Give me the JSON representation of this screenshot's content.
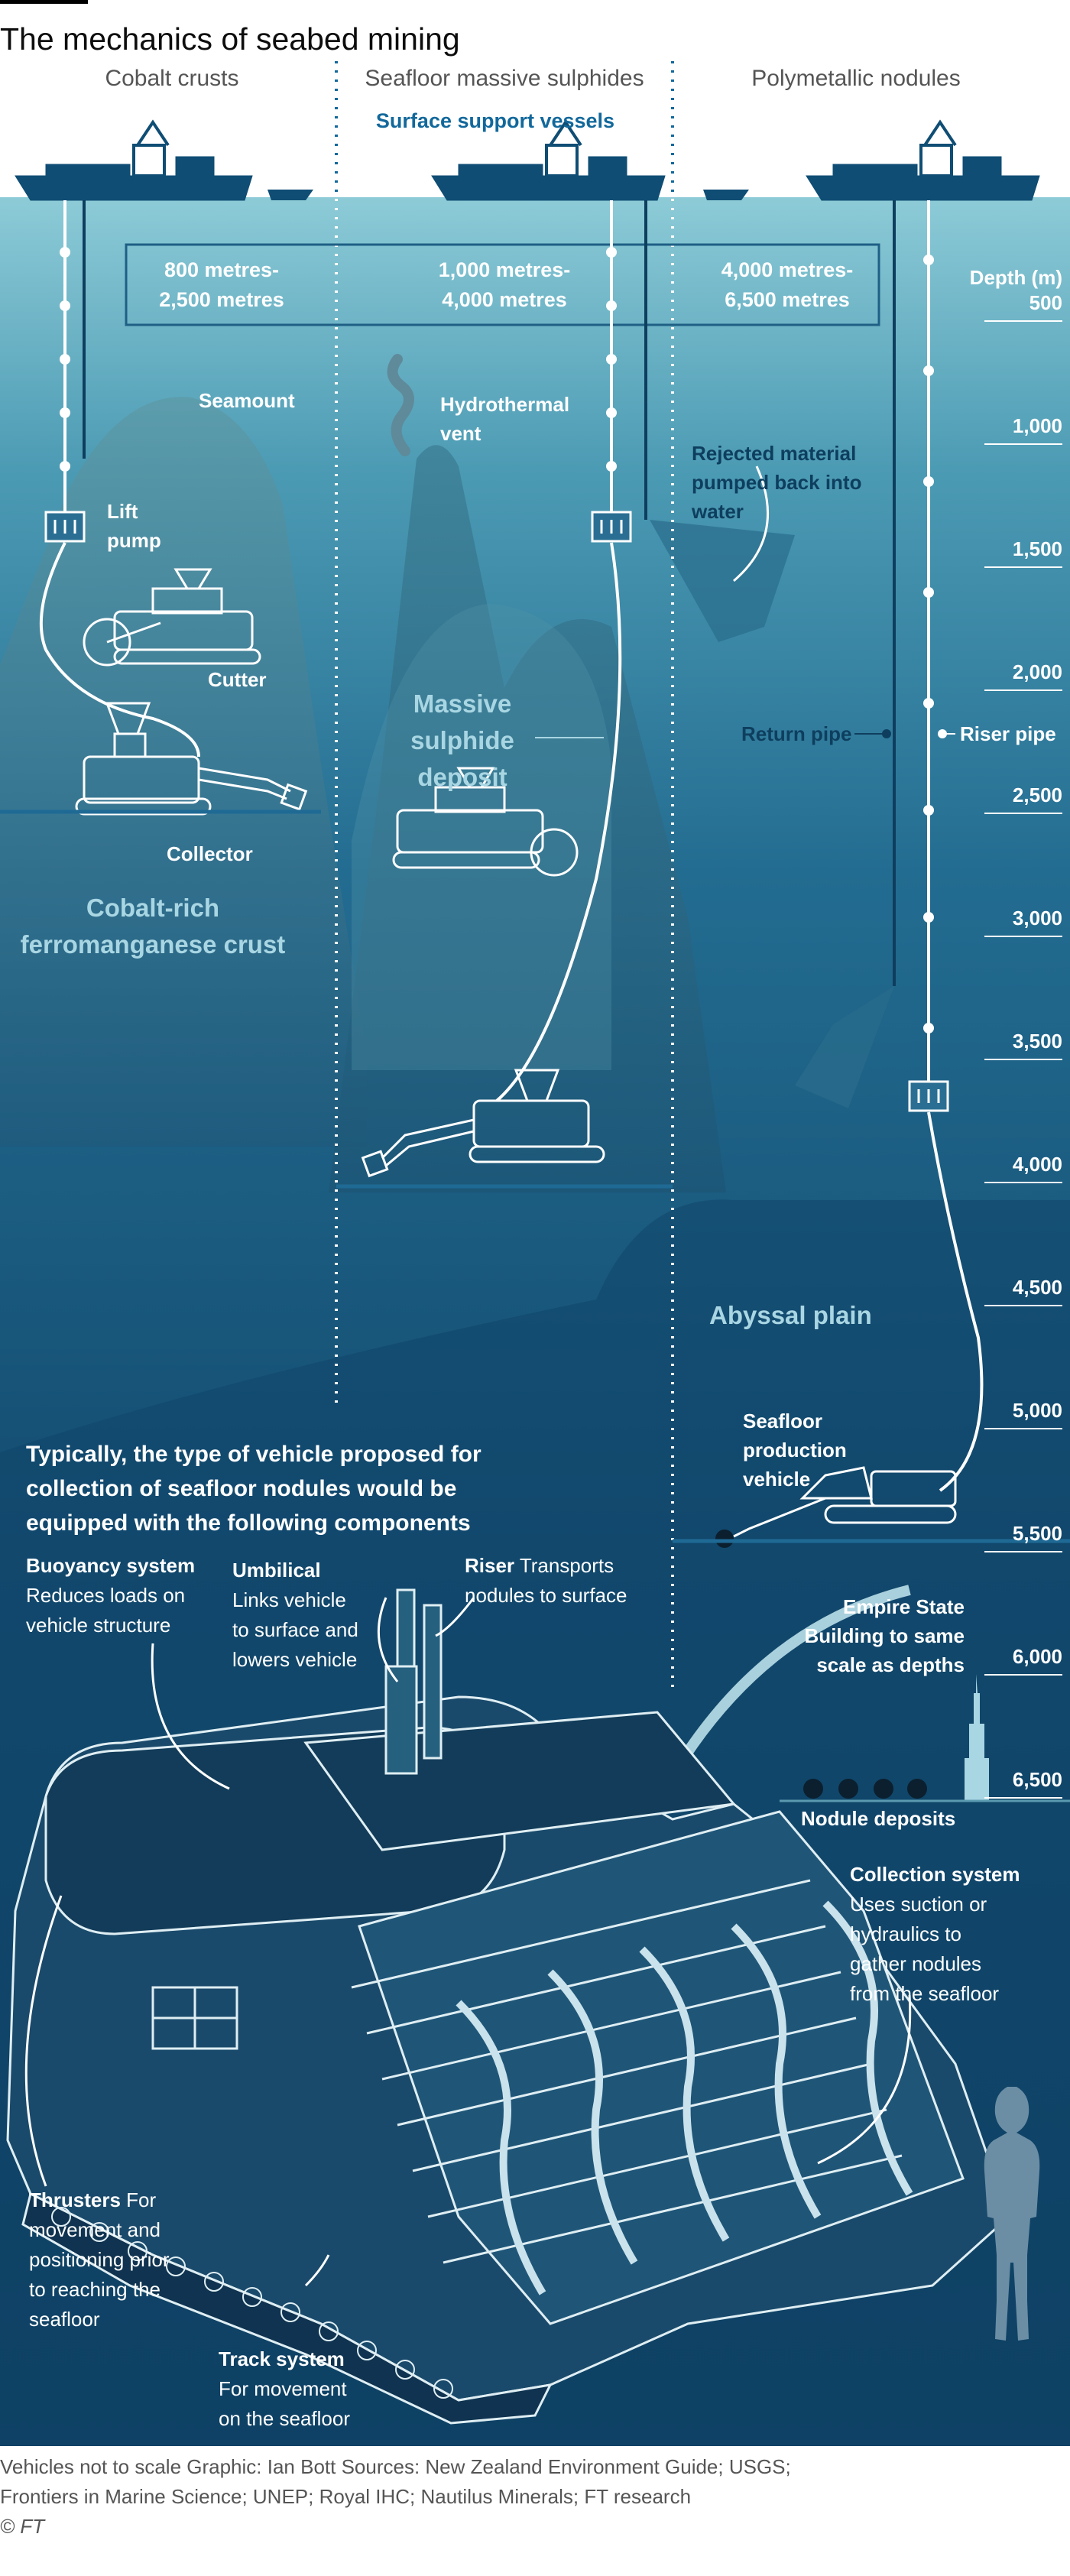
{
  "title": "The mechanics of seabed mining",
  "columns": [
    "Cobalt crusts",
    "Seafloor massive sulphides",
    "Polymetallic nodules"
  ],
  "surface_label": "Surface support vessels",
  "depth_bands": [
    {
      "line1": "800 metres-",
      "line2": "2,500 metres"
    },
    {
      "line1": "1,000 metres-",
      "line2": "4,000 metres"
    },
    {
      "line1": "4,000 metres-",
      "line2": "6,500 metres"
    }
  ],
  "depth_axis": {
    "heading": "Depth (m)",
    "ticks": [
      "500",
      "1,000",
      "1,500",
      "2,000",
      "2,500",
      "3,000",
      "3,500",
      "4,000",
      "4,500",
      "5,000",
      "5,500",
      "6,000",
      "6,500"
    ]
  },
  "labels": {
    "seamount": "Seamount",
    "lift_pump_1": "Lift",
    "lift_pump_2": "pump",
    "cutter": "Cutter",
    "collector": "Collector",
    "crust_1": "Cobalt-rich",
    "crust_2": "ferromanganese crust",
    "vent_1": "Hydrothermal",
    "vent_2": "vent",
    "sulphide_1": "Massive sulphide",
    "sulphide_2": "deposit",
    "rejected_1": "Rejected material",
    "rejected_2": "pumped back into",
    "rejected_3": "water",
    "return_pipe": "Return pipe",
    "riser_pipe": "Riser pipe",
    "abyssal": "Abyssal plain",
    "production_1": "Seafloor",
    "production_2": "production",
    "production_3": "vehicle",
    "empire_1": "Empire State",
    "empire_2": "Building to same",
    "empire_3": "scale as depths",
    "nodules": "Nodule deposits"
  },
  "intro": "Typically, the type of vehicle proposed for collection of seafloor nodules would be equipped with the following components",
  "components": {
    "buoyancy_title": "Buoyancy system",
    "buoyancy_text_1": "Reduces loads on",
    "buoyancy_text_2": "vehicle structure",
    "umbilical_title": "Umbilical",
    "umbilical_text_1": "Links vehicle",
    "umbilical_text_2": "to surface and",
    "umbilical_text_3": "lowers vehicle",
    "riser_title": "Riser",
    "riser_text_1": "Transports",
    "riser_text_2": "nodules to surface",
    "collection_title": "Collection system",
    "collection_text_1": "Uses suction or",
    "collection_text_2": "hydraulics to",
    "collection_text_3": "gather nodules",
    "collection_text_4": "from the seafloor",
    "thrusters_title": "Thrusters",
    "thrusters_text_1": "For",
    "thrusters_text_2": "movement and",
    "thrusters_text_3": "positioning prior",
    "thrusters_text_4": "to reaching the",
    "thrusters_text_5": "seafloor",
    "track_title": "Track system",
    "track_text_1": "For movement",
    "track_text_2": "on the seafloor"
  },
  "footer_1": "Vehicles not to scale    Graphic: Ian Bott    Sources: New Zealand Environment Guide; USGS;",
  "footer_2": "Frontiers in Marine Science; UNEP; Royal IHC; Nautilus Minerals; FT research",
  "copyright": "© FT",
  "colors": {
    "surface": "#8dcbd7",
    "deep": "#0d3d5f",
    "label_blue": "#12689b"
  }
}
